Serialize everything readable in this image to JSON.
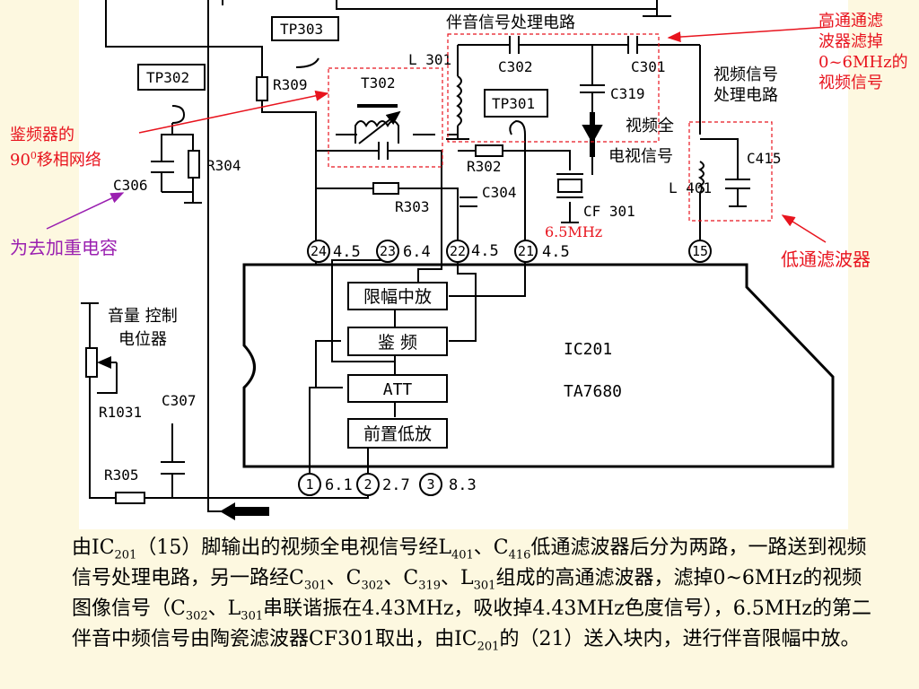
{
  "labels": {
    "tp303": "TP303",
    "tp302": "TP302",
    "tp301": "TP301",
    "r309": "R309",
    "r304": "R304",
    "r302": "R302",
    "r303": "R303",
    "r305": "R305",
    "r1031": "R1031",
    "c306": "C306",
    "c302": "C302",
    "c301": "C301",
    "c319": "C319",
    "c304": "C304",
    "c307": "C307",
    "c415": "C415",
    "l301": "L 301",
    "l401": "L 401",
    "t302": "T302",
    "cf301": "CF 301",
    "freq": "6.5MHz",
    "ic_name": "IC201",
    "ic_model": "TA7680",
    "sound_circuit": "伴音信号处理电路",
    "video_circuit_1": "视频信号",
    "video_circuit_2": "处理电路",
    "full_tv_1": "视频全",
    "full_tv_2": "电视信号",
    "volume_1": "音量 控制",
    "volume_2": "电位器"
  },
  "pins": [
    {
      "num": "24",
      "volt": "4.5"
    },
    {
      "num": "23",
      "volt": "6.4"
    },
    {
      "num": "22",
      "volt": "4.5"
    },
    {
      "num": "21",
      "volt": "4.5"
    },
    {
      "num": "15",
      "volt": ""
    },
    {
      "num": "1",
      "volt": "6.1"
    },
    {
      "num": "2",
      "volt": "2.7"
    },
    {
      "num": "3",
      "volt": "8.3"
    }
  ],
  "blocks": {
    "limiter_amp": "限幅中放",
    "discriminator": "鉴 频",
    "att": "ATT",
    "preamp": "前置低放"
  },
  "annotations": {
    "hpf_1": "高通通滤",
    "hpf_2": "波器滤掉",
    "hpf_3": "0~6MHz的",
    "hpf_4": "视频信号",
    "discr_1": "鉴频器的",
    "discr_2": "90",
    "discr_sup": "0",
    "discr_3": "移相网络",
    "deemph": "为去加重电容",
    "lpf": "低通滤波器"
  },
  "explanation": {
    "p1": "由IC",
    "s1": "201",
    "p2": "（15）脚输出的视频全电视信号经L",
    "s2": "401",
    "p3": "、C",
    "s3": "416",
    "p4": "低通滤波器后分为两路，一路送到视频信号处理电路，另一路经C",
    "s4": "301",
    "p5": "、C",
    "s5": "302",
    "p6": "、C",
    "s6": "319",
    "p7": "、L",
    "s7": "301",
    "p8": "组成的高通滤波器，滤掉0~6MHz的视频图像信号（C",
    "s8": "302",
    "p9": "、L",
    "s9": "301",
    "p10": "串联谐振在4.43MHz，吸收掉4.43MHz色度信号），6.5MHz的第二伴音中频信号由陶瓷滤波器CF301取出，由IC",
    "s10": "201",
    "p11": "的（21）送入块内，进行伴音限幅中放。"
  },
  "colors": {
    "background": "#fdf8e0",
    "annotation_red": "#e8141e",
    "annotation_purple": "#9a1fb0"
  }
}
